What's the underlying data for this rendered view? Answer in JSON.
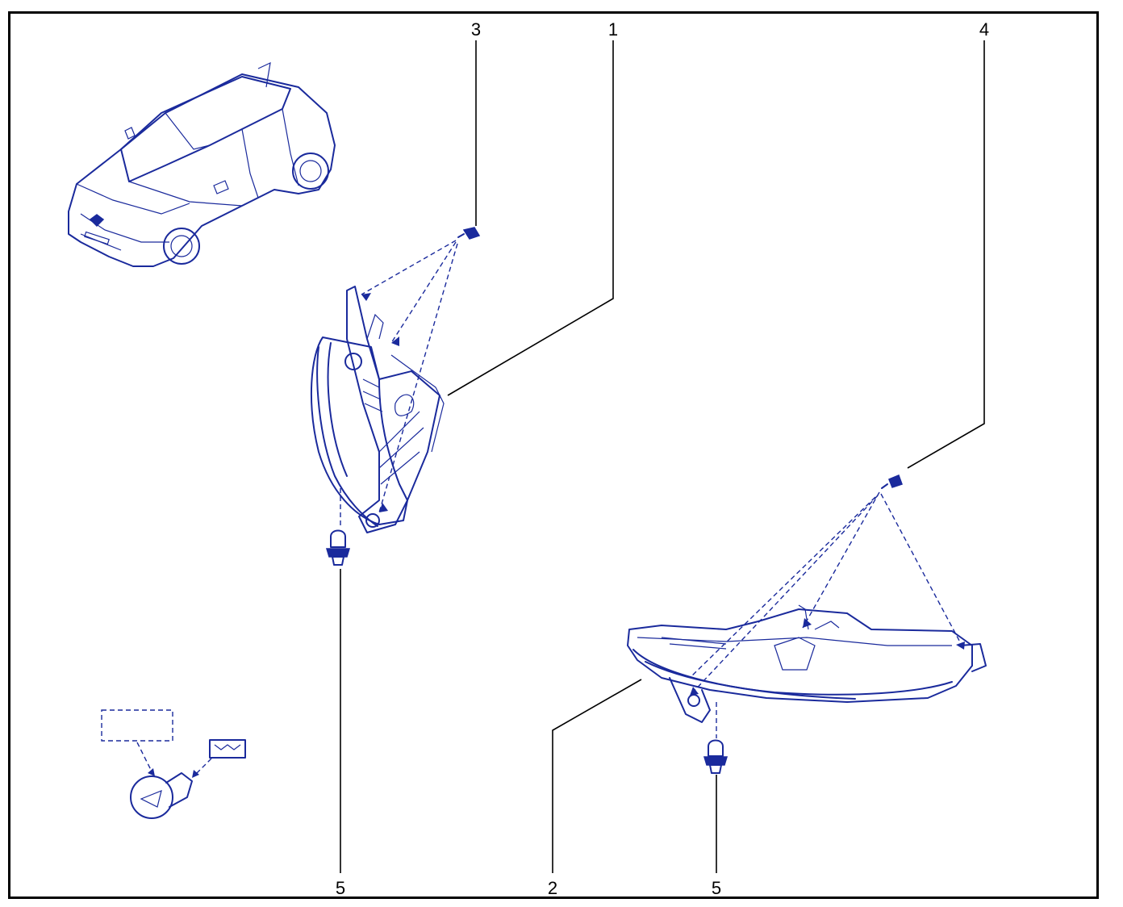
{
  "callouts": {
    "c1": "1",
    "c2": "2",
    "c3": "3",
    "c4": "4",
    "c5_left": "5",
    "c5_right": "5"
  },
  "colors": {
    "line_art": "#1a2a9c",
    "frame": "#000000",
    "background": "#ffffff"
  },
  "icons": {
    "car": "car-overview-icon",
    "bulb": "bulb-icon",
    "clip": "clip-icon",
    "screw": "screw-icon"
  }
}
